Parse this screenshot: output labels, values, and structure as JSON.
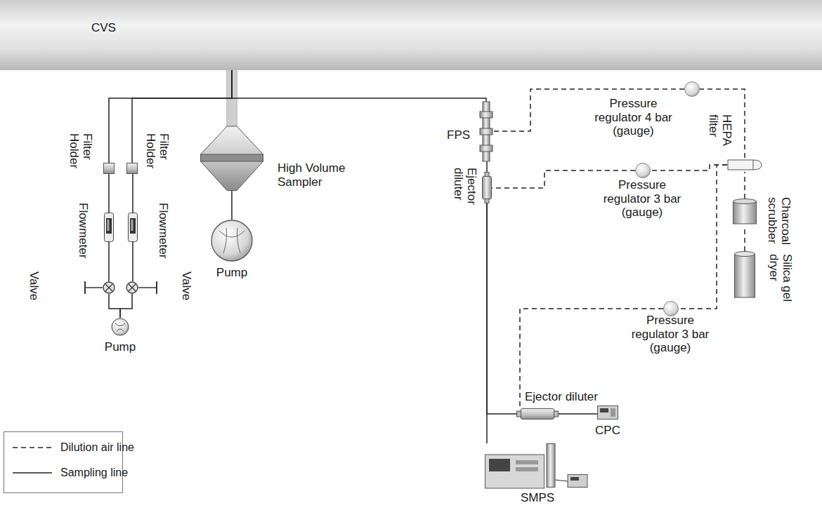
{
  "diagram": {
    "nodes": [
      {
        "text": [
          "CVS"
        ]
      },
      {
        "text": [
          "Filter Holder"
        ]
      },
      {
        "text": [
          "Filter Holder"
        ]
      },
      {
        "text": [
          "High Volume Sampler"
        ]
      },
      {
        "text": [
          "FPS"
        ]
      },
      {
        "text": [
          "Pressure regulator 4 bar (gauge)"
        ]
      },
      {
        "text": [
          "HEPA filter"
        ]
      },
      {
        "text": [
          "Flowmeter"
        ]
      },
      {
        "text": [
          "Flowmeter"
        ]
      },
      {
        "text": [
          "Pump"
        ]
      },
      {
        "text": [
          "Ejector diluter"
        ]
      },
      {
        "text": [
          "Pressure regulator 3 bar (gauge)"
        ]
      },
      {
        "text": [
          "Charcoal scrubber"
        ]
      },
      {
        "text": [
          "Silica gel dryer"
        ]
      },
      {
        "text": [
          "Valve"
        ]
      },
      {
        "text": [
          "Valve"
        ]
      },
      {
        "text": [
          "Pressure regulator 3 bar (gauge)"
        ]
      },
      {
        "text": [
          "Pump"
        ]
      },
      {
        "text": [
          "Ejector diluter"
        ]
      },
      {
        "text": [
          "CPC"
        ]
      },
      {
        "text": [
          "SMPS"
        ]
      }
    ],
    "edges": [
      {
        "from": 0,
        "to": 3,
        "arrow": "none"
      },
      {
        "from": 0,
        "to": 1,
        "arrow": "none"
      },
      {
        "from": 0,
        "to": 2,
        "arrow": "none"
      },
      {
        "from": 0,
        "to": 4,
        "arrow": "none"
      },
      {
        "from": 1,
        "to": 7,
        "arrow": "none"
      },
      {
        "from": 2,
        "to": 8,
        "arrow": "none"
      },
      {
        "from": 7,
        "to": 14,
        "arrow": "none"
      },
      {
        "from": 8,
        "to": 15,
        "arrow": "none"
      },
      {
        "from": 14,
        "to": 17,
        "arrow": "none"
      },
      {
        "from": 15,
        "to": 17,
        "arrow": "none"
      },
      {
        "from": 3,
        "to": 9,
        "arrow": "none"
      },
      {
        "from": 4,
        "to": 10,
        "arrow": "none"
      },
      {
        "from": 10,
        "to": 18,
        "arrow": "none"
      },
      {
        "from": 10,
        "to": 20,
        "arrow": "none"
      },
      {
        "from": 18,
        "to": 19,
        "arrow": "none"
      },
      {
        "from": 13,
        "to": 12,
        "arrow": "none"
      },
      {
        "from": 12,
        "to": 6,
        "arrow": "none"
      },
      {
        "from": 6,
        "to": 5,
        "arrow": "none"
      },
      {
        "from": 5,
        "to": 4,
        "arrow": "none"
      },
      {
        "from": 6,
        "to": 11,
        "arrow": "none"
      },
      {
        "from": 11,
        "to": 10,
        "arrow": "none"
      },
      {
        "from": 6,
        "to": 16,
        "arrow": "none"
      },
      {
        "from": 16,
        "to": 18,
        "arrow": "none"
      }
    ],
    "legend": [
      {
        "text": "Dilution air line"
      },
      {
        "text": "Sampling line"
      }
    ]
  }
}
